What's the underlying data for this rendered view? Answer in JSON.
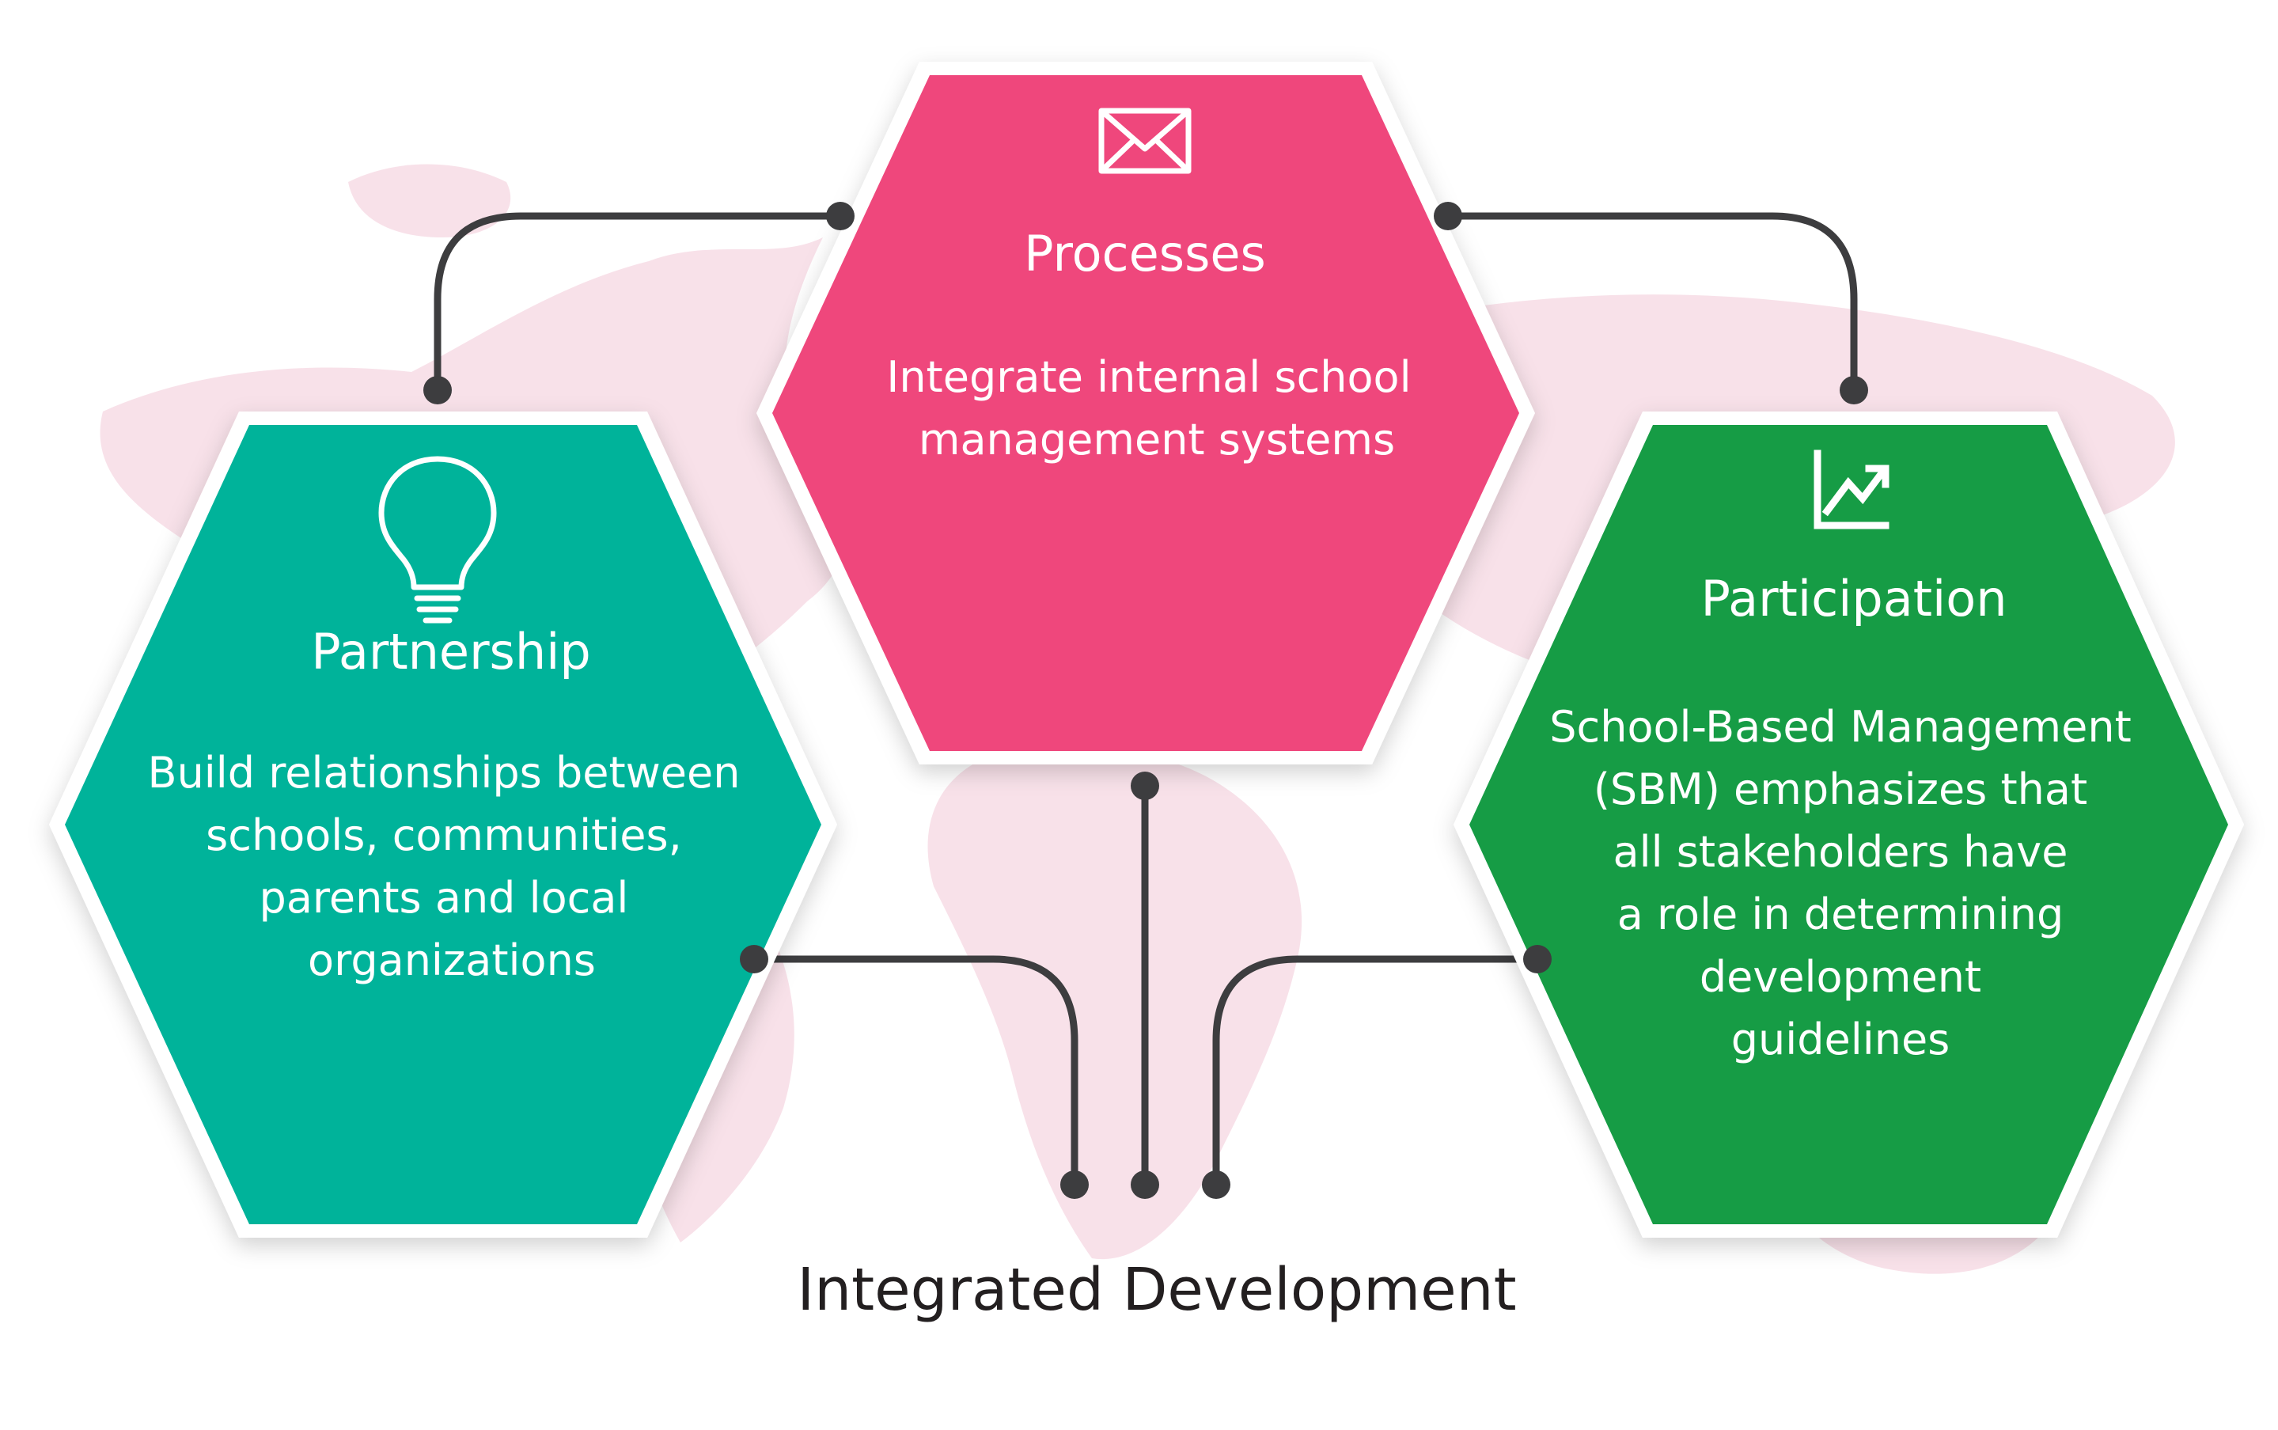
{
  "diagram": {
    "footer_title": "Integrated Development",
    "colors": {
      "processes": "#ef477c",
      "partnership": "#03b39a",
      "participation": "#169c45",
      "connector": "#3d3d3f",
      "map": "#f6d7e2"
    },
    "nodes": {
      "processes": {
        "icon": "envelope-icon",
        "title": "Processes",
        "body": [
          "Integrate internal school",
          "management systems"
        ]
      },
      "partnership": {
        "icon": "lightbulb-icon",
        "title": "Partnership",
        "body": [
          "Build relationships between",
          "schools, communities,",
          "parents and local",
          "organizations"
        ]
      },
      "participation": {
        "icon": "chart-up-icon",
        "title": "Participation",
        "body": [
          "School-Based Management",
          "(SBM) emphasizes that",
          "all stakeholders have",
          "a role in determining",
          "development",
          "guidelines"
        ]
      }
    }
  }
}
